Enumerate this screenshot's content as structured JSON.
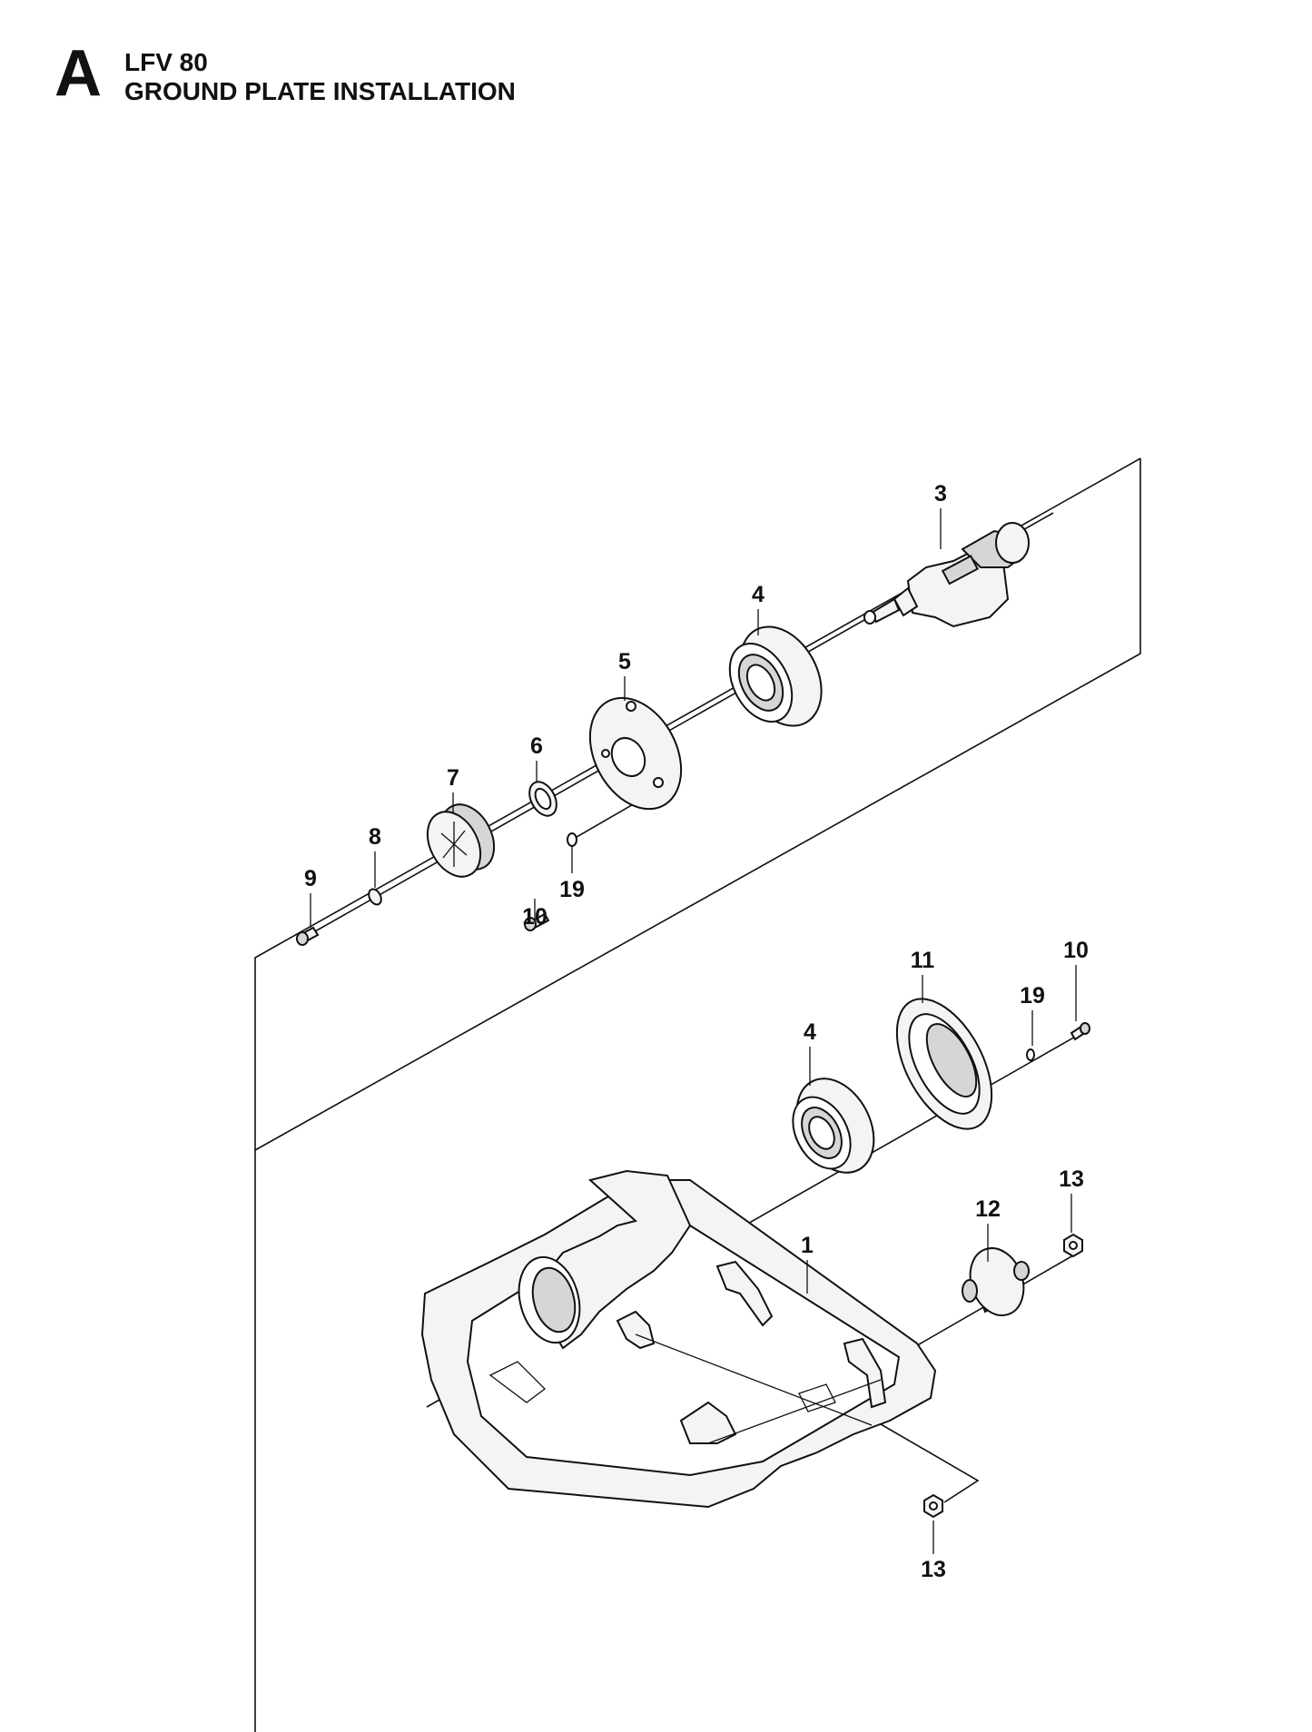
{
  "header": {
    "section_letter": "A",
    "model": "LFV 80",
    "title": "GROUND PLATE INSTALLATION"
  },
  "callouts": [
    "3",
    "4",
    "5",
    "6",
    "7",
    "8",
    "9",
    "10",
    "19",
    "11",
    "10",
    "19",
    "4",
    "13",
    "12",
    "1",
    "13"
  ]
}
